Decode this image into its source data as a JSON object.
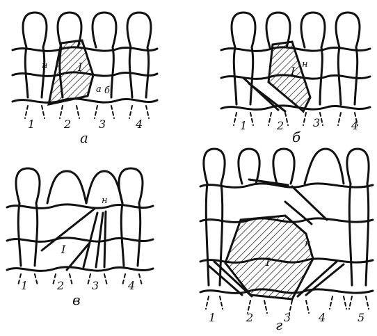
{
  "panels": [
    {
      "id": "a",
      "caption": "а",
      "wale_numbers": [
        "1",
        "2",
        "3",
        "4"
      ],
      "region_label": "I",
      "marker_labels": [
        "н",
        "а",
        "б"
      ]
    },
    {
      "id": "b",
      "caption": "б",
      "wale_numbers": [
        "1",
        "2",
        "3",
        "4"
      ],
      "region_label": "I",
      "marker_labels": [
        "н"
      ]
    },
    {
      "id": "c",
      "caption": "в",
      "wale_numbers": [
        "1",
        "2",
        "3",
        "4"
      ],
      "region_label": "I",
      "marker_labels": [
        "н"
      ]
    },
    {
      "id": "d",
      "caption": "г",
      "wale_numbers": [
        "1",
        "2",
        "3",
        "4",
        "5"
      ],
      "region_label": "I",
      "marker_labels": [
        "н"
      ]
    }
  ]
}
